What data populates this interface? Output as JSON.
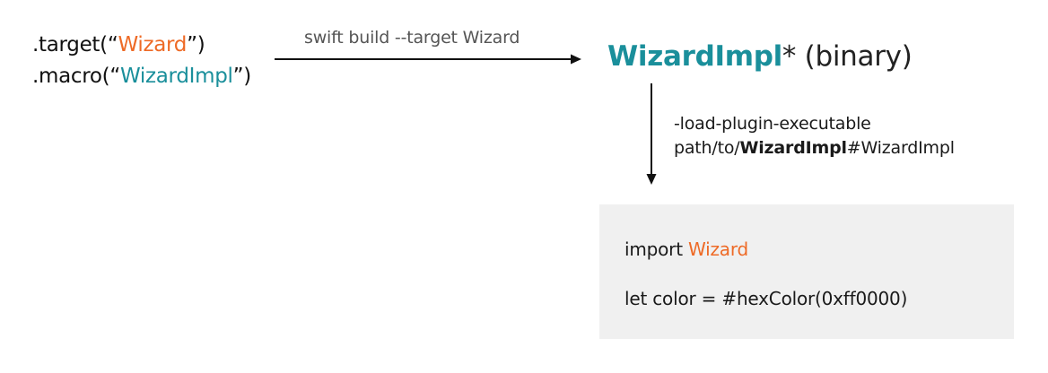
{
  "package": {
    "target_prefix": ".target(“",
    "target_name": "Wizard",
    "target_suffix": "”)",
    "macro_prefix": ".macro(“",
    "macro_name": "WizardImpl",
    "macro_suffix": "”)"
  },
  "build_arrow": {
    "label": "swift build --target Wizard"
  },
  "binary": {
    "name": "WizardImpl",
    "suffix": "* (binary)"
  },
  "plugin_arrow": {
    "line1": "-load-plugin-executable",
    "line2_prefix": "path/to/",
    "line2_bold": "WizardImpl",
    "line2_suffix": "#WizardImpl"
  },
  "code": {
    "import_keyword": "import ",
    "import_module": "Wizard",
    "usage": "let color = #hexColor(0xff0000)"
  },
  "colors": {
    "orange": "#ee6a26",
    "teal": "#1a8f9b",
    "code_background": "#f0f0f0"
  }
}
